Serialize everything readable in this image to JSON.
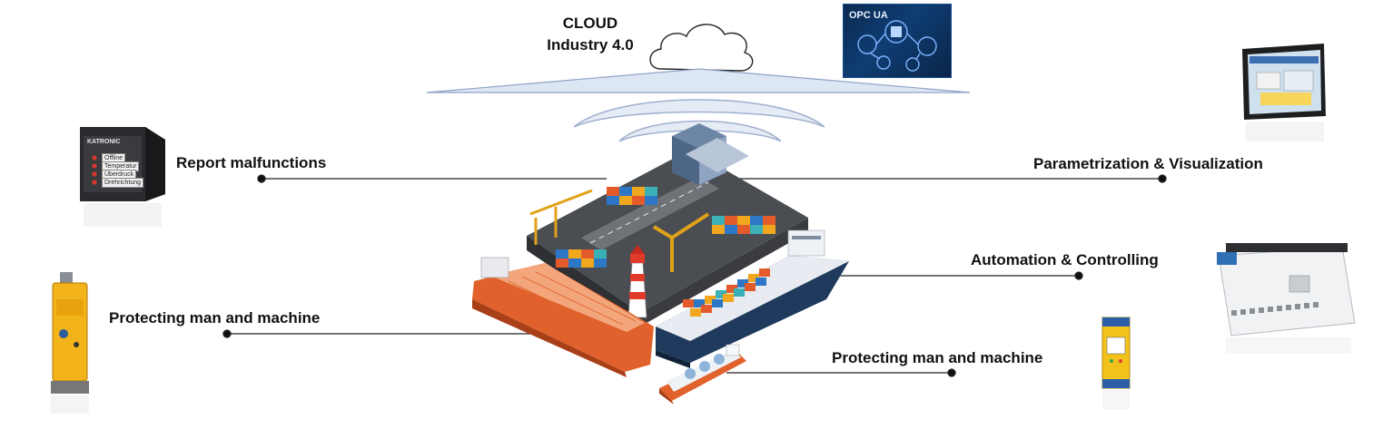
{
  "cloud": {
    "line1": "CLOUD",
    "line2": "Industry 4.0"
  },
  "opc_badge": "OPC UA",
  "labels": {
    "report_malfunctions": "Report malfunctions",
    "parametrization": "Parametrization & Visualization",
    "automation": "Automation & Controlling",
    "protecting_left": "Protecting man and machine",
    "protecting_right": "Protecting man and machine"
  },
  "report_device": {
    "brand": "KATRONIC",
    "rows": [
      "Offline",
      "Temperatur",
      "Überdruck",
      "Drehrichtung"
    ]
  },
  "colors": {
    "line": "#222222",
    "wifi": "#9fb0cf",
    "ship_orange": "#e0612b",
    "ship_navy": "#1f3a5c",
    "device_yellow": "#f2b31b"
  }
}
